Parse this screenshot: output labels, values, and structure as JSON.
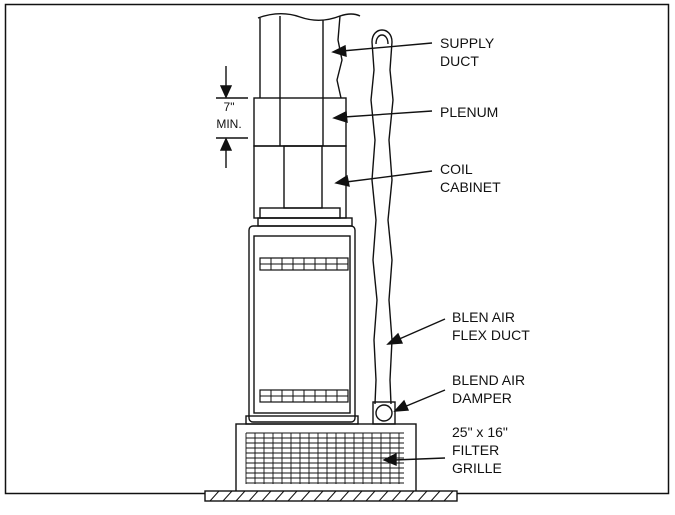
{
  "labels": {
    "supply_duct": [
      "SUPPLY",
      "DUCT"
    ],
    "plenum": [
      "PLENUM"
    ],
    "coil_cabinet": [
      "COIL",
      "CABINET"
    ],
    "flex_duct": [
      "BLEN AIR",
      "FLEX DUCT"
    ],
    "damper": [
      "BLEND AIR",
      "DAMPER"
    ],
    "filter_grille": [
      "25\" x 16\"",
      "FILTER",
      "GRILLE"
    ]
  },
  "dimension": {
    "value": "7\"",
    "unit": "MIN."
  },
  "colors": {
    "line": "#111111",
    "background": "#ffffff"
  }
}
